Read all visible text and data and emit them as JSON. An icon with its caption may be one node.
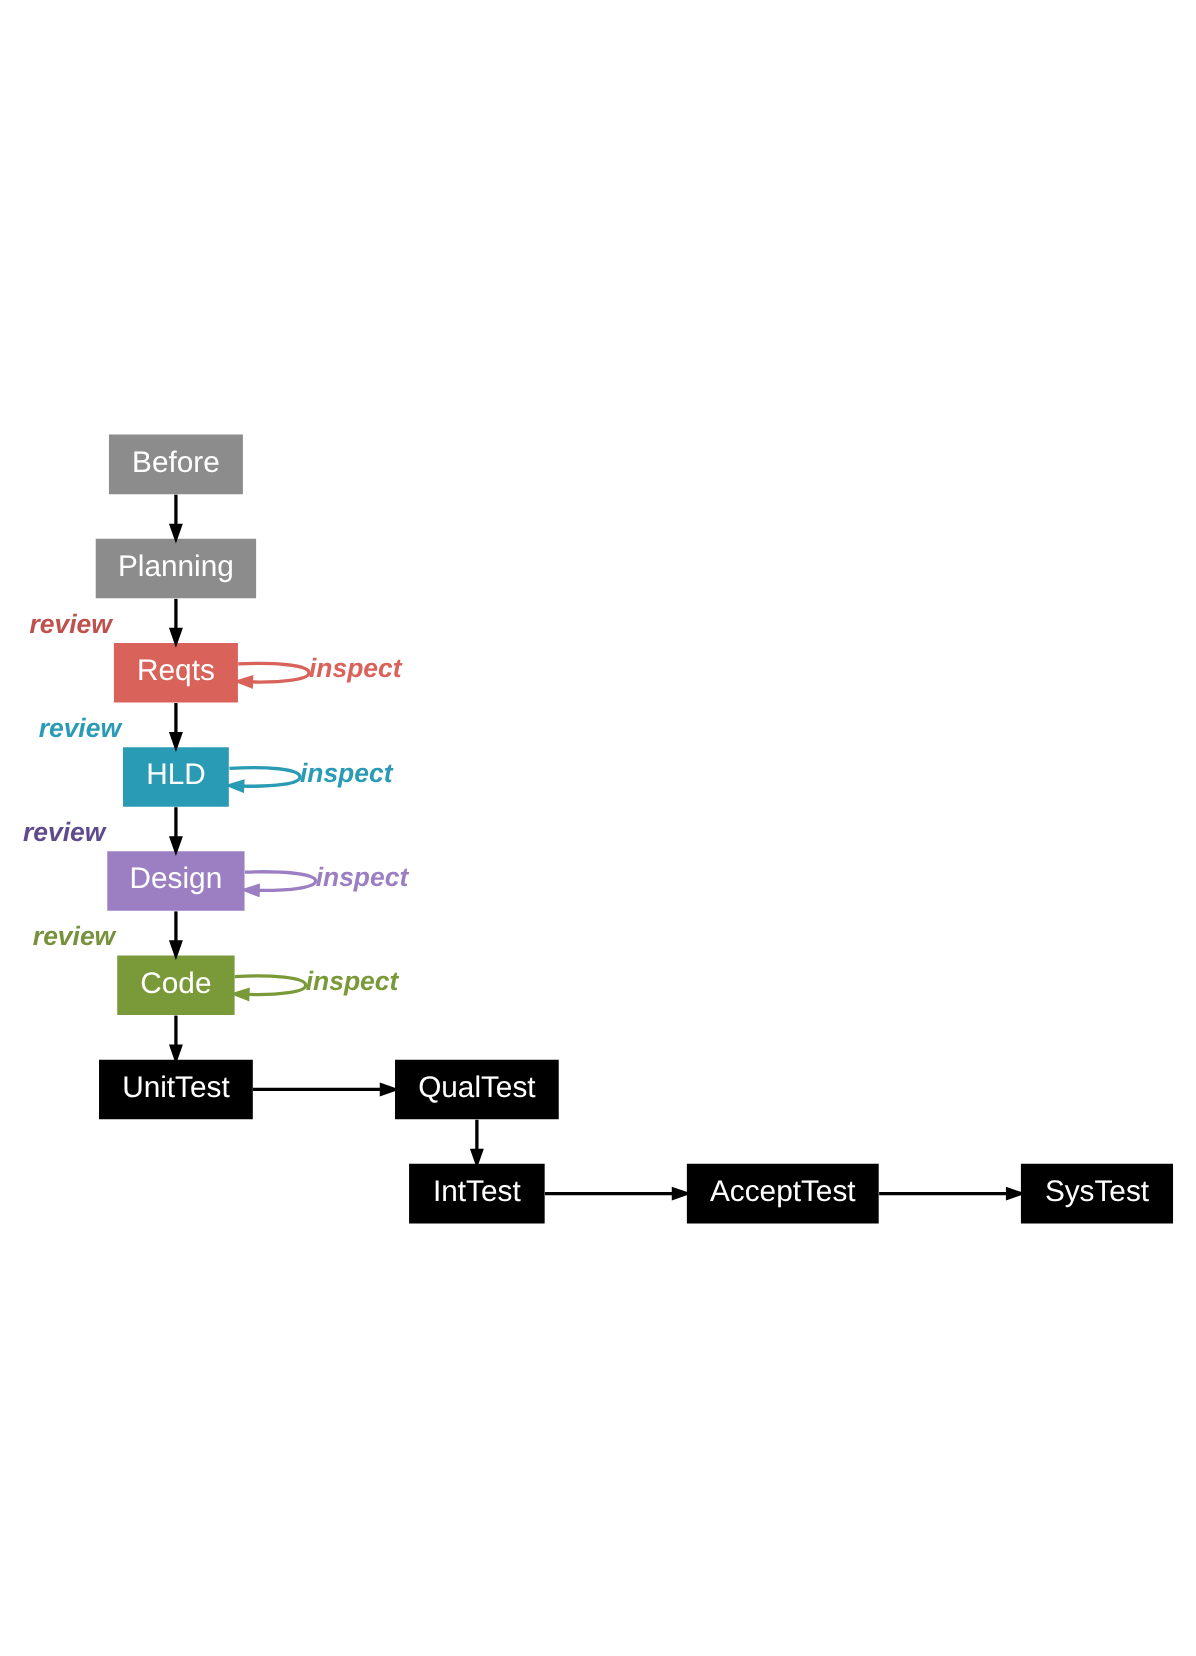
{
  "diagram": {
    "nodes": [
      {
        "text": [
          "Before"
        ]
      },
      {
        "text": [
          "Planning"
        ]
      },
      {
        "text": [
          "Reqts"
        ],
        "beside": [
          "review"
        ]
      },
      {
        "text": [
          "HLD"
        ],
        "beside": [
          "review"
        ]
      },
      {
        "text": [
          "Design"
        ],
        "beside": [
          "review"
        ]
      },
      {
        "text": [
          "Code"
        ],
        "beside": [
          "review"
        ]
      },
      {
        "text": [
          "UnitTest"
        ]
      },
      {
        "text": [
          "QualTest"
        ]
      },
      {
        "text": [
          "IntTest"
        ]
      },
      {
        "text": [
          "AcceptTest"
        ]
      },
      {
        "text": [
          "SysTest"
        ]
      }
    ],
    "edges": [
      {
        "from": 0,
        "to": 1,
        "arrow": "to"
      },
      {
        "from": 1,
        "to": 2,
        "arrow": "to"
      },
      {
        "from": 2,
        "to": 2,
        "arrow": "to",
        "label": "inspect",
        "color": "#d9625a"
      },
      {
        "from": 2,
        "to": 3,
        "arrow": "to"
      },
      {
        "from": 3,
        "to": 3,
        "arrow": "to",
        "label": "inspect",
        "color": "#2a9bb5"
      },
      {
        "from": 3,
        "to": 4,
        "arrow": "to"
      },
      {
        "from": 4,
        "to": 4,
        "arrow": "to",
        "label": "inspect",
        "color": "#9b7fc2"
      },
      {
        "from": 4,
        "to": 5,
        "arrow": "to"
      },
      {
        "from": 5,
        "to": 5,
        "arrow": "to",
        "label": "inspect",
        "color": "#7a9a3a"
      },
      {
        "from": 5,
        "to": 6,
        "arrow": "to"
      },
      {
        "from": 6,
        "to": 7,
        "arrow": "to"
      },
      {
        "from": 7,
        "to": 8,
        "arrow": "to"
      },
      {
        "from": 8,
        "to": 9,
        "arrow": "to"
      },
      {
        "from": 9,
        "to": 10,
        "arrow": "to"
      }
    ]
  }
}
